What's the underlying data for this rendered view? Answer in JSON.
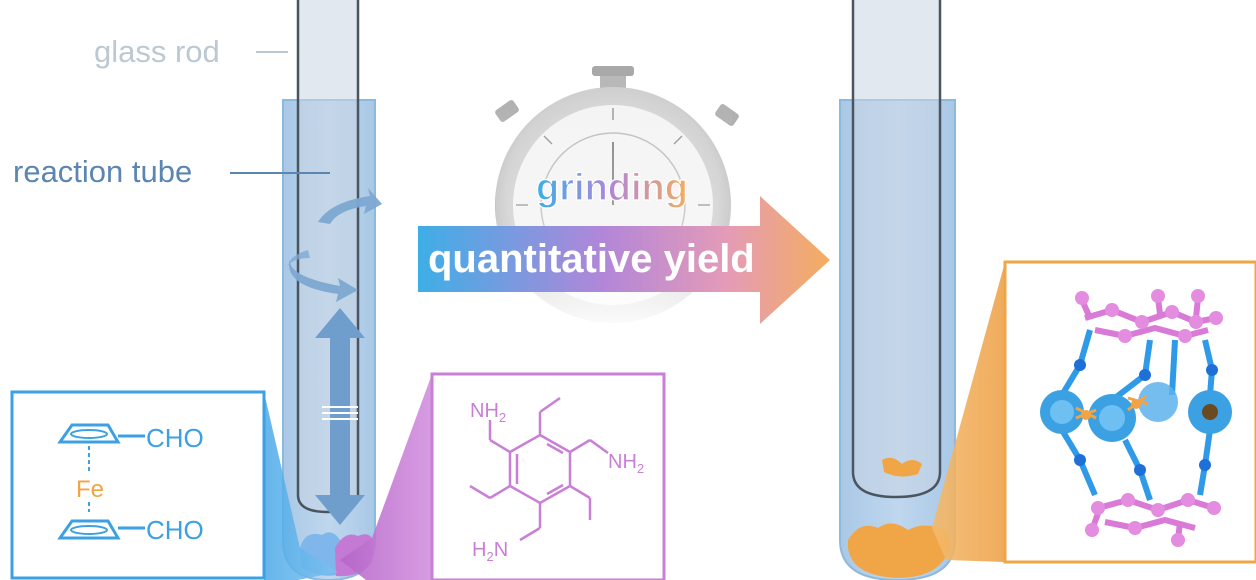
{
  "labels": {
    "glass_rod": "glass rod",
    "reaction_tube": "reaction tube",
    "process": "grinding",
    "outcome": "quantitative yield"
  },
  "ferrocene": {
    "top_group": "CHO",
    "bottom_group": "CHO",
    "metal": "Fe"
  },
  "amine": {
    "group_top": "NH",
    "group_top_sub": "2",
    "group_right": "NH",
    "group_right_sub": "2",
    "group_bottom_h": "H",
    "group_bottom_sub": "2",
    "group_bottom_n": "N"
  },
  "colors": {
    "tube_outline": "#8cb9de",
    "liquid": "#b3cfe9",
    "rod": "#eef3f7",
    "ferrocene_blue": "#3ba1e3",
    "iron_orange": "#f2a444",
    "amine_purple": "#c97fd6",
    "product_orange": "#f0a647",
    "label_rod": "#bcc8d2",
    "label_tube": "#5b86b1",
    "cage_pink": "#e38ce0",
    "cage_blue": "#2f9ae8"
  },
  "icons": [
    "stopwatch-icon",
    "rotation-arrow-icon",
    "updown-arrow-icon"
  ]
}
